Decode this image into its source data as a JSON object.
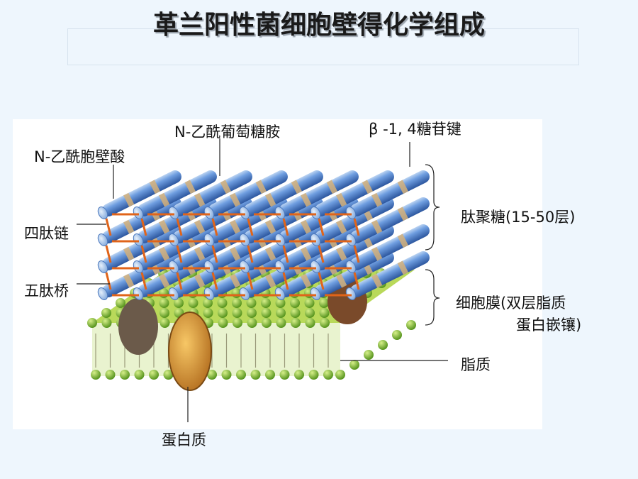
{
  "title": "革兰阳性菌细胞壁得化学组成",
  "labels": {
    "n_acetylglucosamine": "N-乙酰葡萄糖胺",
    "beta_14_bond": "β -1, 4糖苷键",
    "n_acetylmuramic_acid": "N-乙酰胞壁酸",
    "tetrapeptide_chain": "四肽链",
    "pentapeptide_bridge": "五肽桥",
    "peptidoglycan": "肽聚糖(15-50层)",
    "cell_membrane_line1": "细胞膜(双层脂质",
    "cell_membrane_line2": "蛋白嵌镶)",
    "lipid": "脂质",
    "protein": "蛋白质"
  },
  "colors": {
    "background": "#eef6fd",
    "glycan_strand": "#3a6fc4",
    "sugar_band": "#d4b07a",
    "peptide_bridge": "#e0641a",
    "membrane_head": "#7dbb2a",
    "protein": "#d99a3a"
  }
}
